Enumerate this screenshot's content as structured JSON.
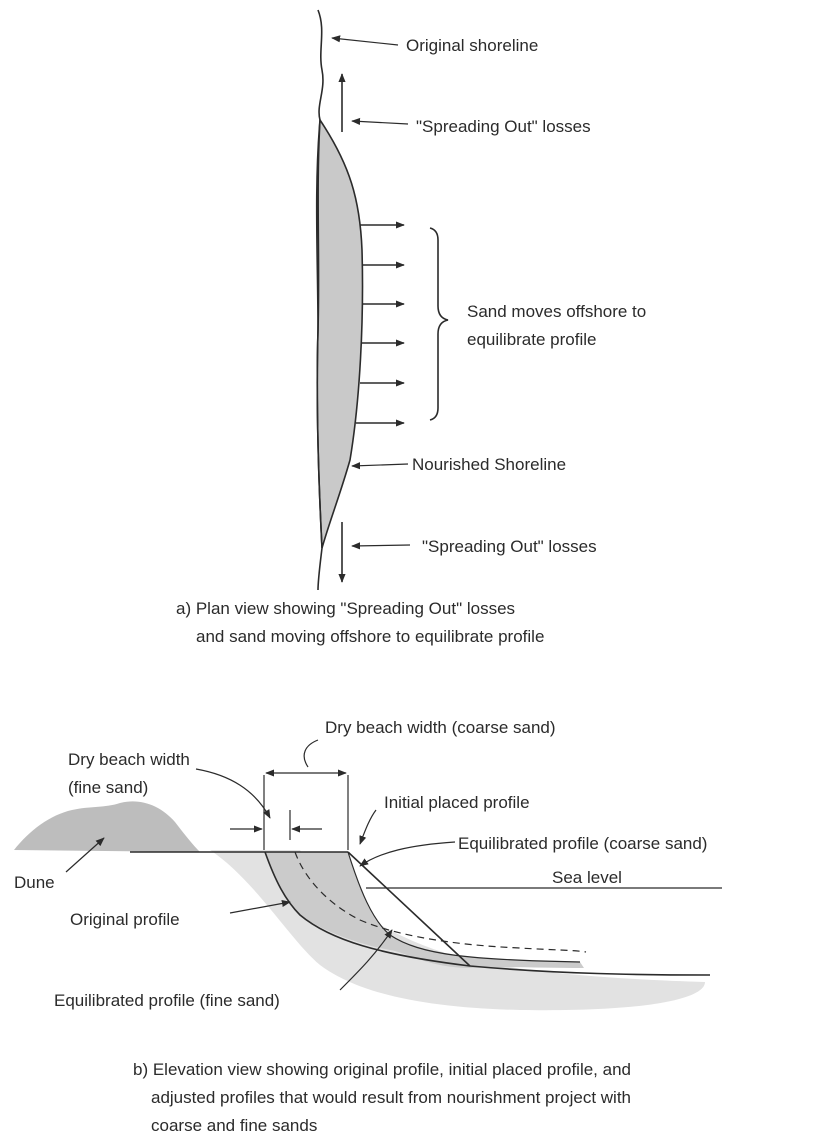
{
  "plan": {
    "original_shoreline": "Original shoreline",
    "spreading_top": "\"Spreading Out\" losses",
    "sand_moves_1": "Sand moves offshore to",
    "sand_moves_2": "equilibrate profile",
    "nourished": "Nourished Shoreline",
    "spreading_bottom": "\"Spreading Out\" losses",
    "caption_1": "a) Plan view showing \"Spreading Out\" losses",
    "caption_2": "and sand moving offshore to equilibrate profile"
  },
  "elevation": {
    "dry_coarse": "Dry beach width (coarse sand)",
    "dry_fine_1": "Dry beach width",
    "dry_fine_2": "(fine sand)",
    "initial": "Initial placed profile",
    "eq_coarse": "Equilibrated profile (coarse sand)",
    "dune": "Dune",
    "sea_level": "Sea level",
    "original": "Original profile",
    "eq_fine": "Equilibrated profile (fine sand)",
    "caption_1": "b) Elevation view showing original profile, initial placed profile, and",
    "caption_2": "adjusted profiles that would result from nourishment project with",
    "caption_3": "coarse and fine sands"
  },
  "colors": {
    "nourished_fill": "#c9c9c9",
    "dune_fill": "#bdbdbd",
    "underwater_fill": "#e2e2e2",
    "line": "#2b2b2b"
  }
}
